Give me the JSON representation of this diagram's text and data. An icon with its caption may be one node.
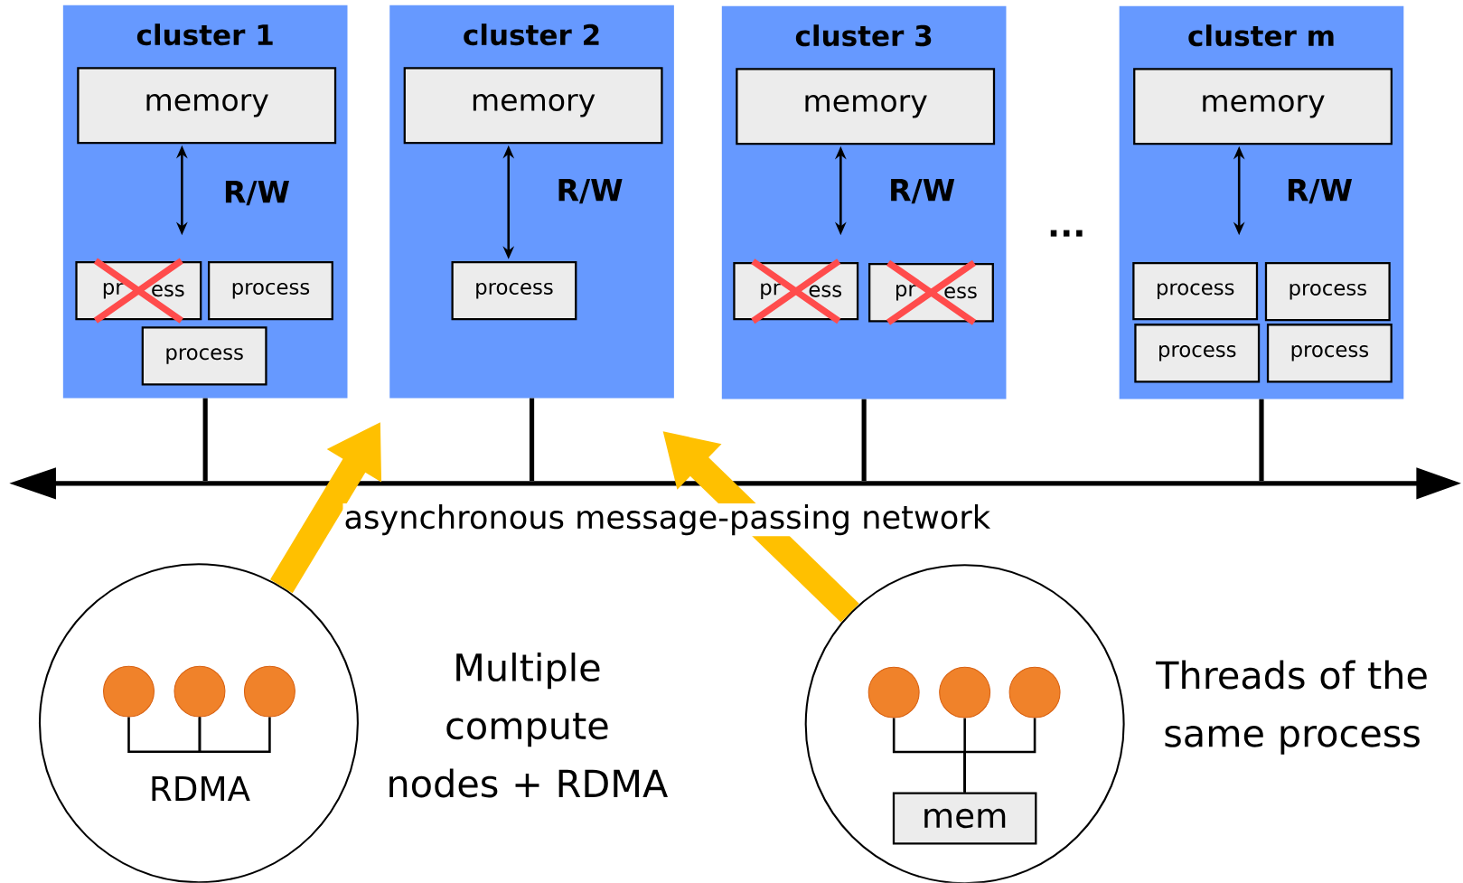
{
  "diagram": {
    "nodes": [
      {
        "text": [
          "cluster 1"
        ]
      },
      {
        "text": [
          "memory"
        ],
        "in": 0
      },
      {
        "text": [
          "pr",
          "ess"
        ],
        "in": 0
      },
      {
        "text": [
          "process"
        ],
        "in": 0
      },
      {
        "text": [
          "process"
        ],
        "in": 0
      },
      {
        "text": [
          "cluster 2"
        ]
      },
      {
        "text": [
          "memory"
        ],
        "in": 5
      },
      {
        "text": [
          "process"
        ],
        "in": 5
      },
      {
        "text": [
          "cluster 3"
        ]
      },
      {
        "text": [
          "memory"
        ],
        "in": 8
      },
      {
        "text": [
          "pr",
          "ess"
        ],
        "in": 8
      },
      {
        "text": [
          "pr",
          "ess"
        ],
        "in": 8
      },
      {
        "text": [
          "cluster m"
        ]
      },
      {
        "text": [
          "memory"
        ],
        "in": 12
      },
      {
        "text": [
          "process"
        ],
        "in": 12
      },
      {
        "text": [
          "process"
        ],
        "in": 12
      },
      {
        "text": [
          "process"
        ],
        "in": 12
      },
      {
        "text": [
          "process"
        ],
        "in": 12
      },
      {
        "text": [],
        "shape": "bar",
        "beside": [
          "asynchronous message-passing network"
        ]
      },
      {
        "text": [
          "RDMA"
        ],
        "beside": [
          "Multiple compute nodes + RDMA"
        ]
      },
      {
        "text": [],
        "shape": "circle",
        "in": 19
      },
      {
        "text": [],
        "shape": "circle",
        "in": 19
      },
      {
        "text": [],
        "shape": "circle",
        "in": 19
      },
      {
        "text": [],
        "shape": "circle",
        "beside": [
          "Threads of the same process"
        ]
      },
      {
        "text": [],
        "shape": "circle",
        "in": 23
      },
      {
        "text": [],
        "shape": "circle",
        "in": 23
      },
      {
        "text": [],
        "shape": "circle",
        "in": 23
      },
      {
        "text": [
          "mem"
        ],
        "in": 23
      }
    ],
    "edges": [
      {
        "from": 1,
        "to": null,
        "arrow": "both",
        "label": "R/W"
      },
      {
        "from": 6,
        "to": 7,
        "arrow": "both",
        "label": "R/W"
      },
      {
        "from": 9,
        "to": null,
        "arrow": "both",
        "label": "R/W"
      },
      {
        "from": 13,
        "to": null,
        "arrow": "both",
        "label": "R/W"
      },
      {
        "from": 0,
        "to": 18,
        "arrow": "none",
        "style": "thick"
      },
      {
        "from": 5,
        "to": 18,
        "arrow": "none",
        "style": "thick"
      },
      {
        "from": 8,
        "to": 18,
        "arrow": "none",
        "style": "thick"
      },
      {
        "from": 12,
        "to": 18,
        "arrow": "none",
        "style": "thick"
      },
      {
        "from": 20,
        "to": 21,
        "arrow": "none"
      },
      {
        "from": 21,
        "to": 22,
        "arrow": "none"
      },
      {
        "from": 24,
        "to": 27,
        "arrow": "none"
      },
      {
        "from": 25,
        "to": 27,
        "arrow": "none"
      },
      {
        "from": 26,
        "to": 27,
        "arrow": "none"
      },
      {
        "from": 19,
        "to": 18,
        "arrow": "to",
        "style": "thick",
        "color": "#ffc000"
      },
      {
        "from": 23,
        "to": 18,
        "arrow": "to",
        "style": "thick",
        "color": "#ffc000"
      }
    ],
    "labels": [
      "..."
    ]
  }
}
